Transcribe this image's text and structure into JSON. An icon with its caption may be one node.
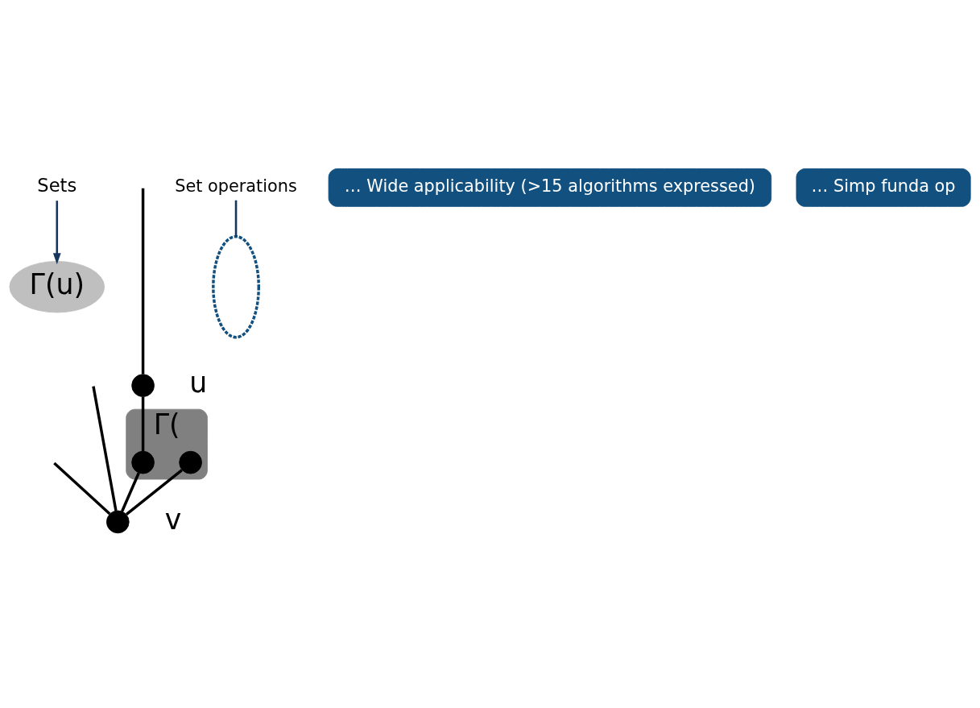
{
  "diagram": {
    "nodes": [
      {
        "text": [
          "Γ(u)"
        ]
      },
      {
        "text": [
          "Γ("
        ]
      },
      {
        "text": [],
        "shape": "circle",
        "in": 1
      },
      {
        "text": [],
        "shape": "circle",
        "in": 1
      },
      {
        "text": [],
        "shape": "circle",
        "beside": [
          "u"
        ]
      },
      {
        "text": [],
        "shape": "circle",
        "beside": [
          "v"
        ]
      },
      {
        "text": [
          "Sets"
        ]
      },
      {
        "text": [],
        "shape": "ellipse"
      },
      {
        "text": [
          "Set operations"
        ]
      },
      {
        "text": [
          "… Wide applicability (>15 algorithms expressed)"
        ]
      },
      {
        "text": [
          "… Simp funda op"
        ]
      }
    ],
    "edges": [
      {
        "from": 6,
        "to": 0,
        "arrow": "to",
        "color": "#17375e"
      },
      {
        "from": 8,
        "to": 7,
        "arrow": "none",
        "color": "#17375e"
      },
      {
        "from": 4,
        "to": 2,
        "arrow": "none"
      },
      {
        "from": null,
        "to": 4,
        "arrow": "none"
      },
      {
        "from": 2,
        "to": 5,
        "arrow": "none"
      },
      {
        "from": 3,
        "to": 5,
        "arrow": "none"
      },
      {
        "from": null,
        "to": 5,
        "arrow": "none"
      },
      {
        "from": null,
        "to": 5,
        "arrow": "none"
      }
    ]
  }
}
